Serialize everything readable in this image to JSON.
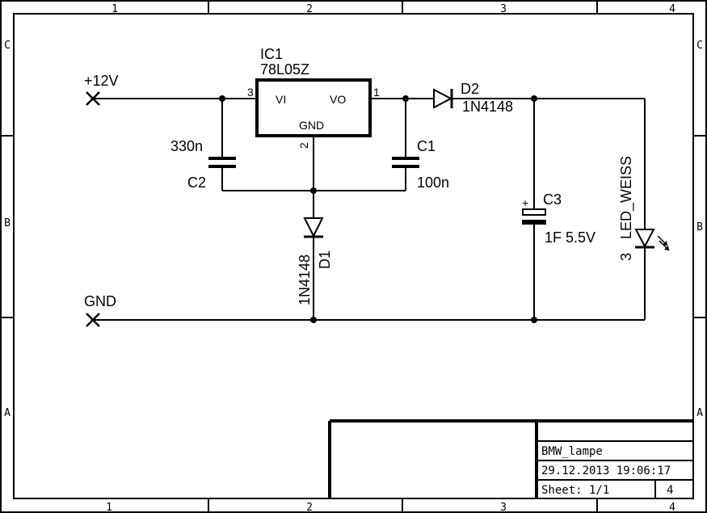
{
  "frame": {
    "columns": [
      "1",
      "2",
      "3",
      "4"
    ],
    "rows": [
      "C",
      "B",
      "A"
    ]
  },
  "components": {
    "ic1": {
      "ref": "IC1",
      "value": "78L05Z",
      "pin_vi": "VI",
      "pin_vo": "VO",
      "pin_gnd": "GND",
      "pin1": "1",
      "pin2": "2",
      "pin3": "3"
    },
    "c1": {
      "ref": "C1",
      "value": "100n"
    },
    "c2": {
      "ref": "C2",
      "value": "330n"
    },
    "c3": {
      "ref": "C3",
      "value": "1F 5.5V",
      "polarity": "+"
    },
    "d1": {
      "ref": "D1",
      "value": "1N4148"
    },
    "d2": {
      "ref": "D2",
      "value": "1N4148"
    },
    "led": {
      "ref": "3",
      "value": "LED_WEISS"
    }
  },
  "ports": {
    "vin": "+12V",
    "gnd": "GND"
  },
  "title_block": {
    "name": "BMW_lampe",
    "date": "29.12.2013 19:06:17",
    "sheet": "Sheet: 1/1",
    "corner": "4"
  }
}
